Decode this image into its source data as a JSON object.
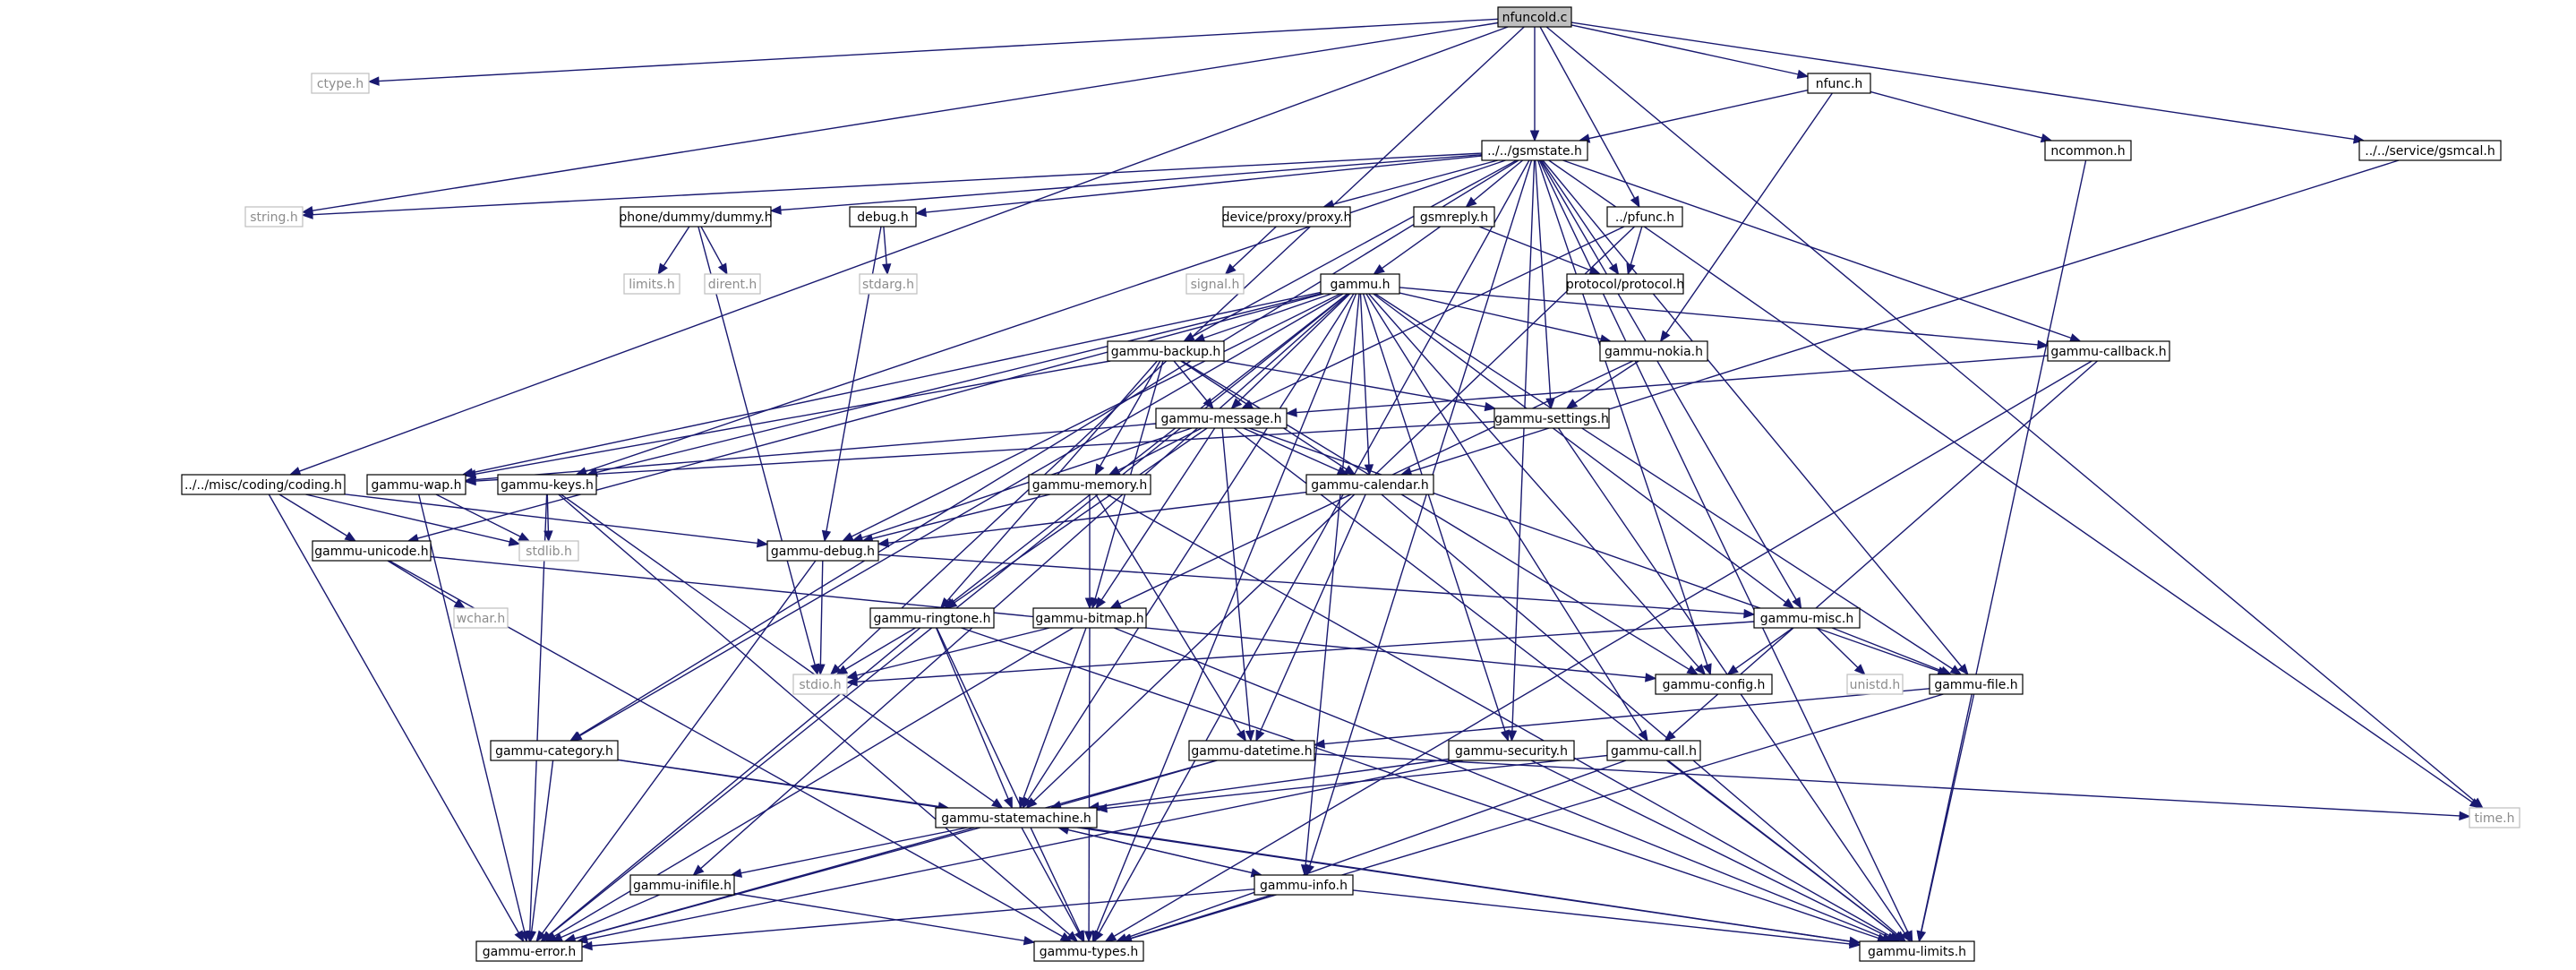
{
  "graph": {
    "title": "nfuncold.c",
    "edge_color": "#191970",
    "root_fill": "#bfbfbf",
    "system_header_border": "#bfbfbf",
    "nodes": [
      {
        "id": "nfuncold_c",
        "label": "nfuncold.c",
        "kind": "root"
      },
      {
        "id": "ctype_h",
        "label": "ctype.h",
        "kind": "system"
      },
      {
        "id": "string_h",
        "label": "string.h",
        "kind": "system"
      },
      {
        "id": "gsmstate_h",
        "label": "../../gsmstate.h",
        "kind": "local"
      },
      {
        "id": "nfunc_h",
        "label": "nfunc.h",
        "kind": "local"
      },
      {
        "id": "ncommon_h",
        "label": "ncommon.h",
        "kind": "local"
      },
      {
        "id": "gsmcal_h",
        "label": "../../service/gsmcal.h",
        "kind": "local"
      },
      {
        "id": "pfunc_h",
        "label": "../pfunc.h",
        "kind": "local"
      },
      {
        "id": "dummy_h",
        "label": "phone/dummy/dummy.h",
        "kind": "local"
      },
      {
        "id": "debug_h",
        "label": "debug.h",
        "kind": "local"
      },
      {
        "id": "proxy_h",
        "label": "device/proxy/proxy.h",
        "kind": "local"
      },
      {
        "id": "gsmreply_h",
        "label": "gsmreply.h",
        "kind": "local"
      },
      {
        "id": "limits_h",
        "label": "limits.h",
        "kind": "system"
      },
      {
        "id": "dirent_h",
        "label": "dirent.h",
        "kind": "system"
      },
      {
        "id": "stdarg_h",
        "label": "stdarg.h",
        "kind": "system"
      },
      {
        "id": "signal_h",
        "label": "signal.h",
        "kind": "system"
      },
      {
        "id": "protocol_h",
        "label": "protocol/protocol.h",
        "kind": "local"
      },
      {
        "id": "gammu_h",
        "label": "gammu.h",
        "kind": "local"
      },
      {
        "id": "gammu_backup_h",
        "label": "gammu-backup.h",
        "kind": "local"
      },
      {
        "id": "gammu_nokia_h",
        "label": "gammu-nokia.h",
        "kind": "local"
      },
      {
        "id": "gammu_callback_h",
        "label": "gammu-callback.h",
        "kind": "local"
      },
      {
        "id": "gammu_message_h",
        "label": "gammu-message.h",
        "kind": "local"
      },
      {
        "id": "gammu_settings_h",
        "label": "gammu-settings.h",
        "kind": "local"
      },
      {
        "id": "coding_h",
        "label": "../../misc/coding/coding.h",
        "kind": "local"
      },
      {
        "id": "gammu_wap_h",
        "label": "gammu-wap.h",
        "kind": "local"
      },
      {
        "id": "gammu_keys_h",
        "label": "gammu-keys.h",
        "kind": "local"
      },
      {
        "id": "gammu_memory_h",
        "label": "gammu-memory.h",
        "kind": "local"
      },
      {
        "id": "gammu_calendar_h",
        "label": "gammu-calendar.h",
        "kind": "local"
      },
      {
        "id": "gammu_unicode_h",
        "label": "gammu-unicode.h",
        "kind": "local"
      },
      {
        "id": "stdlib_h",
        "label": "stdlib.h",
        "kind": "system"
      },
      {
        "id": "gammu_debug_h",
        "label": "gammu-debug.h",
        "kind": "local"
      },
      {
        "id": "wchar_h",
        "label": "wchar.h",
        "kind": "system"
      },
      {
        "id": "gammu_ringtone_h",
        "label": "gammu-ringtone.h",
        "kind": "local"
      },
      {
        "id": "gammu_bitmap_h",
        "label": "gammu-bitmap.h",
        "kind": "local"
      },
      {
        "id": "gammu_misc_h",
        "label": "gammu-misc.h",
        "kind": "local"
      },
      {
        "id": "stdio_h",
        "label": "stdio.h",
        "kind": "system"
      },
      {
        "id": "gammu_config_h",
        "label": "gammu-config.h",
        "kind": "local"
      },
      {
        "id": "unistd_h",
        "label": "unistd.h",
        "kind": "system"
      },
      {
        "id": "gammu_file_h",
        "label": "gammu-file.h",
        "kind": "local"
      },
      {
        "id": "gammu_category_h",
        "label": "gammu-category.h",
        "kind": "local"
      },
      {
        "id": "gammu_datetime_h",
        "label": "gammu-datetime.h",
        "kind": "local"
      },
      {
        "id": "gammu_security_h",
        "label": "gammu-security.h",
        "kind": "local"
      },
      {
        "id": "gammu_call_h",
        "label": "gammu-call.h",
        "kind": "local"
      },
      {
        "id": "time_h",
        "label": "time.h",
        "kind": "system"
      },
      {
        "id": "gammu_statemachine_h",
        "label": "gammu-statemachine.h",
        "kind": "local"
      },
      {
        "id": "gammu_inifile_h",
        "label": "gammu-inifile.h",
        "kind": "local"
      },
      {
        "id": "gammu_info_h",
        "label": "gammu-info.h",
        "kind": "local"
      },
      {
        "id": "gammu_error_h",
        "label": "gammu-error.h",
        "kind": "local"
      },
      {
        "id": "gammu_types_h",
        "label": "gammu-types.h",
        "kind": "local"
      },
      {
        "id": "gammu_limits_h",
        "label": "gammu-limits.h",
        "kind": "local"
      }
    ],
    "edges": [
      [
        "nfuncold_c",
        "ctype_h"
      ],
      [
        "nfuncold_c",
        "string_h"
      ],
      [
        "nfuncold_c",
        "gsmstate_h"
      ],
      [
        "nfuncold_c",
        "nfunc_h"
      ],
      [
        "nfuncold_c",
        "gsmcal_h"
      ],
      [
        "nfuncold_c",
        "pfunc_h"
      ],
      [
        "nfuncold_c",
        "coding_h"
      ],
      [
        "nfuncold_c",
        "stdio_h"
      ],
      [
        "nfuncold_c",
        "time_h"
      ],
      [
        "nfunc_h",
        "gsmstate_h"
      ],
      [
        "nfunc_h",
        "ncommon_h"
      ],
      [
        "nfunc_h",
        "gammu_nokia_h"
      ],
      [
        "ncommon_h",
        "gammu_limits_h"
      ],
      [
        "gsmcal_h",
        "gammu_calendar_h"
      ],
      [
        "pfunc_h",
        "protocol_h"
      ],
      [
        "pfunc_h",
        "gammu_message_h"
      ],
      [
        "pfunc_h",
        "gammu_statemachine_h"
      ],
      [
        "gsmstate_h",
        "string_h"
      ],
      [
        "gsmstate_h",
        "dummy_h"
      ],
      [
        "gsmstate_h",
        "debug_h"
      ],
      [
        "gsmstate_h",
        "proxy_h"
      ],
      [
        "gsmstate_h",
        "gsmreply_h"
      ],
      [
        "gsmstate_h",
        "protocol_h"
      ],
      [
        "gsmstate_h",
        "gammu_backup_h"
      ],
      [
        "gsmstate_h",
        "gammu_settings_h"
      ],
      [
        "gsmstate_h",
        "gammu_callback_h"
      ],
      [
        "gsmstate_h",
        "gammu_keys_h"
      ],
      [
        "gsmstate_h",
        "gammu_category_h"
      ],
      [
        "gsmstate_h",
        "gammu_misc_h"
      ],
      [
        "gsmstate_h",
        "gammu_file_h"
      ],
      [
        "gsmstate_h",
        "gammu_config_h"
      ],
      [
        "gsmstate_h",
        "gammu_security_h"
      ],
      [
        "gsmstate_h",
        "gammu_info_h"
      ],
      [
        "gsmstate_h",
        "time_h"
      ],
      [
        "gsmstate_h",
        "gammu_limits_h"
      ],
      [
        "gsmstate_h",
        "gammu_types_h"
      ],
      [
        "dummy_h",
        "limits_h"
      ],
      [
        "dummy_h",
        "dirent_h"
      ],
      [
        "dummy_h",
        "stdio_h"
      ],
      [
        "debug_h",
        "stdarg_h"
      ],
      [
        "debug_h",
        "gammu_debug_h"
      ],
      [
        "proxy_h",
        "signal_h"
      ],
      [
        "gsmreply_h",
        "protocol_h"
      ],
      [
        "gsmreply_h",
        "gammu_h"
      ],
      [
        "gammu_h",
        "gammu_backup_h"
      ],
      [
        "gammu_h",
        "gammu_nokia_h"
      ],
      [
        "gammu_h",
        "gammu_callback_h"
      ],
      [
        "gammu_h",
        "gammu_message_h"
      ],
      [
        "gammu_h",
        "gammu_calendar_h"
      ],
      [
        "gammu_h",
        "gammu_wap_h"
      ],
      [
        "gammu_h",
        "gammu_keys_h"
      ],
      [
        "gammu_h",
        "gammu_unicode_h"
      ],
      [
        "gammu_h",
        "gammu_debug_h"
      ],
      [
        "gammu_h",
        "gammu_ringtone_h"
      ],
      [
        "gammu_h",
        "gammu_misc_h"
      ],
      [
        "gammu_h",
        "gammu_config_h"
      ],
      [
        "gammu_h",
        "gammu_file_h"
      ],
      [
        "gammu_h",
        "gammu_category_h"
      ],
      [
        "gammu_h",
        "gammu_security_h"
      ],
      [
        "gammu_h",
        "gammu_call_h"
      ],
      [
        "gammu_h",
        "gammu_statemachine_h"
      ],
      [
        "gammu_h",
        "gammu_inifile_h"
      ],
      [
        "gammu_h",
        "gammu_info_h"
      ],
      [
        "gammu_h",
        "gammu_error_h"
      ],
      [
        "gammu_h",
        "gammu_types_h"
      ],
      [
        "gammu_backup_h",
        "gammu_message_h"
      ],
      [
        "gammu_backup_h",
        "gammu_settings_h"
      ],
      [
        "gammu_backup_h",
        "gammu_wap_h"
      ],
      [
        "gammu_backup_h",
        "gammu_memory_h"
      ],
      [
        "gammu_backup_h",
        "gammu_calendar_h"
      ],
      [
        "gammu_backup_h",
        "gammu_ringtone_h"
      ],
      [
        "gammu_backup_h",
        "gammu_bitmap_h"
      ],
      [
        "gammu_backup_h",
        "gammu_config_h"
      ],
      [
        "gammu_nokia_h",
        "gammu_settings_h"
      ],
      [
        "gammu_nokia_h",
        "gammu_bitmap_h"
      ],
      [
        "gammu_callback_h",
        "gammu_message_h"
      ],
      [
        "gammu_callback_h",
        "gammu_call_h"
      ],
      [
        "gammu_callback_h",
        "gammu_types_h"
      ],
      [
        "gammu_message_h",
        "gammu_wap_h"
      ],
      [
        "gammu_message_h",
        "gammu_memory_h"
      ],
      [
        "gammu_message_h",
        "gammu_calendar_h"
      ],
      [
        "gammu_message_h",
        "gammu_debug_h"
      ],
      [
        "gammu_message_h",
        "gammu_ringtone_h"
      ],
      [
        "gammu_message_h",
        "gammu_bitmap_h"
      ],
      [
        "gammu_message_h",
        "gammu_datetime_h"
      ],
      [
        "gammu_message_h",
        "gammu_file_h"
      ],
      [
        "gammu_message_h",
        "gammu_limits_h"
      ],
      [
        "gammu_settings_h",
        "gammu_wap_h"
      ],
      [
        "gammu_settings_h",
        "gammu_limits_h"
      ],
      [
        "coding_h",
        "gammu_unicode_h"
      ],
      [
        "coding_h",
        "stdlib_h"
      ],
      [
        "coding_h",
        "gammu_debug_h"
      ],
      [
        "coding_h",
        "gammu_error_h"
      ],
      [
        "gammu_wap_h",
        "stdlib_h"
      ],
      [
        "gammu_wap_h",
        "gammu_error_h"
      ],
      [
        "gammu_keys_h",
        "stdlib_h"
      ],
      [
        "gammu_keys_h",
        "gammu_statemachine_h"
      ],
      [
        "gammu_keys_h",
        "gammu_error_h"
      ],
      [
        "gammu_keys_h",
        "gammu_types_h"
      ],
      [
        "gammu_memory_h",
        "gammu_debug_h"
      ],
      [
        "gammu_memory_h",
        "gammu_bitmap_h"
      ],
      [
        "gammu_memory_h",
        "gammu_datetime_h"
      ],
      [
        "gammu_memory_h",
        "gammu_limits_h"
      ],
      [
        "gammu_calendar_h",
        "gammu_debug_h"
      ],
      [
        "gammu_calendar_h",
        "gammu_datetime_h"
      ],
      [
        "gammu_calendar_h",
        "gammu_limits_h"
      ],
      [
        "gammu_unicode_h",
        "wchar_h"
      ],
      [
        "gammu_unicode_h",
        "gammu_config_h"
      ],
      [
        "gammu_unicode_h",
        "gammu_types_h"
      ],
      [
        "gammu_debug_h",
        "stdio_h"
      ],
      [
        "gammu_debug_h",
        "gammu_misc_h"
      ],
      [
        "gammu_debug_h",
        "gammu_error_h"
      ],
      [
        "gammu_ringtone_h",
        "stdio_h"
      ],
      [
        "gammu_ringtone_h",
        "gammu_statemachine_h"
      ],
      [
        "gammu_ringtone_h",
        "gammu_error_h"
      ],
      [
        "gammu_ringtone_h",
        "gammu_types_h"
      ],
      [
        "gammu_ringtone_h",
        "gammu_limits_h"
      ],
      [
        "gammu_bitmap_h",
        "stdio_h"
      ],
      [
        "gammu_bitmap_h",
        "gammu_statemachine_h"
      ],
      [
        "gammu_bitmap_h",
        "gammu_error_h"
      ],
      [
        "gammu_bitmap_h",
        "gammu_types_h"
      ],
      [
        "gammu_bitmap_h",
        "gammu_limits_h"
      ],
      [
        "gammu_misc_h",
        "stdio_h"
      ],
      [
        "gammu_misc_h",
        "gammu_config_h"
      ],
      [
        "gammu_misc_h",
        "unistd_h"
      ],
      [
        "gammu_misc_h",
        "gammu_file_h"
      ],
      [
        "gammu_file_h",
        "gammu_datetime_h"
      ],
      [
        "gammu_file_h",
        "gammu_types_h"
      ],
      [
        "gammu_file_h",
        "gammu_limits_h"
      ],
      [
        "gammu_category_h",
        "gammu_statemachine_h"
      ],
      [
        "gammu_category_h",
        "gammu_error_h"
      ],
      [
        "gammu_category_h",
        "gammu_limits_h"
      ],
      [
        "gammu_datetime_h",
        "time_h"
      ],
      [
        "gammu_datetime_h",
        "gammu_statemachine_h"
      ],
      [
        "gammu_datetime_h",
        "gammu_error_h"
      ],
      [
        "gammu_security_h",
        "gammu_statemachine_h"
      ],
      [
        "gammu_security_h",
        "gammu_error_h"
      ],
      [
        "gammu_security_h",
        "gammu_limits_h"
      ],
      [
        "gammu_call_h",
        "gammu_statemachine_h"
      ],
      [
        "gammu_call_h",
        "gammu_types_h"
      ],
      [
        "gammu_call_h",
        "gammu_limits_h"
      ],
      [
        "gammu_statemachine_h",
        "gammu_inifile_h"
      ],
      [
        "gammu_statemachine_h",
        "gammu_info_h"
      ],
      [
        "gammu_statemachine_h",
        "gammu_error_h"
      ],
      [
        "gammu_statemachine_h",
        "gammu_types_h"
      ],
      [
        "gammu_statemachine_h",
        "gammu_limits_h"
      ],
      [
        "gammu_info_h",
        "gammu_statemachine_h"
      ],
      [
        "gammu_info_h",
        "gammu_error_h"
      ],
      [
        "gammu_info_h",
        "gammu_types_h"
      ],
      [
        "gammu_info_h",
        "gammu_limits_h"
      ],
      [
        "gammu_inifile_h",
        "gammu_error_h"
      ],
      [
        "gammu_inifile_h",
        "gammu_types_h"
      ]
    ]
  }
}
